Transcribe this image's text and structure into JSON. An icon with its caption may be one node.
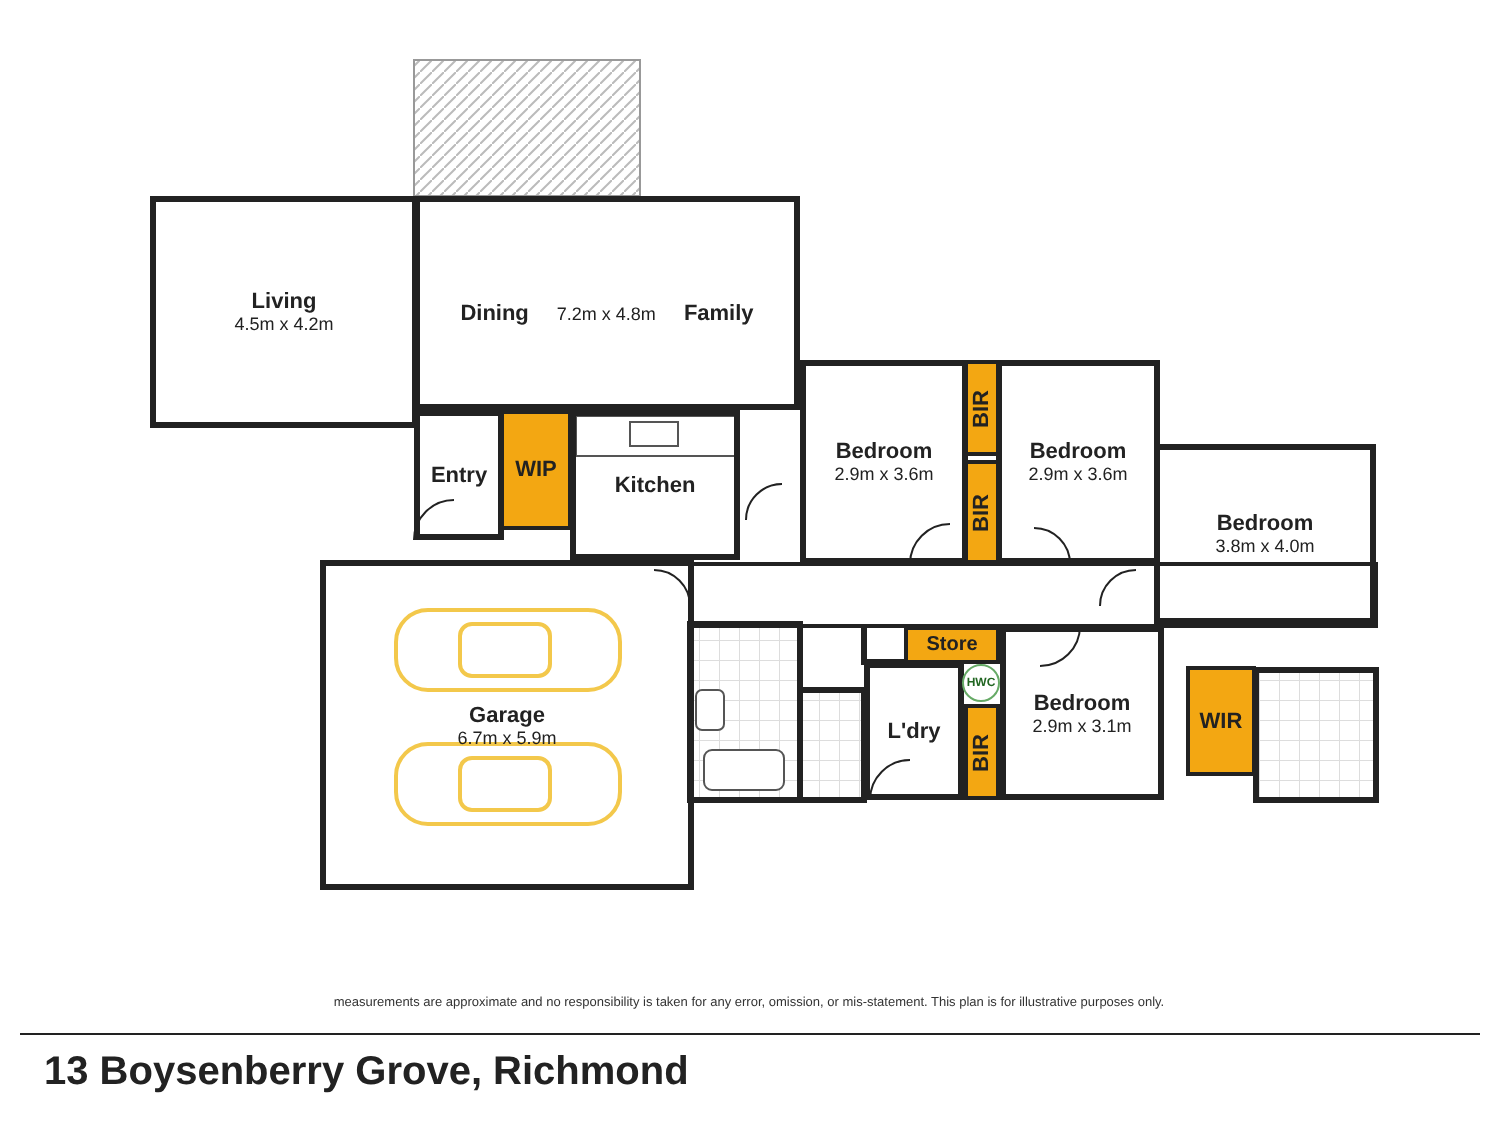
{
  "diagram": {
    "title": "13 Boysenberry Grove, Richmond",
    "nodes": [
      {
        "text": [
          "Living",
          "4.5m x 4.2m"
        ]
      },
      {
        "text": [
          "Dining",
          "7.2m x 4.8m",
          "Family"
        ]
      },
      {
        "text": [
          "Entry"
        ]
      },
      {
        "text": [
          "WIP"
        ]
      },
      {
        "text": [
          "Kitchen"
        ]
      },
      {
        "text": [
          "Bedroom",
          "2.9m x 3.6m"
        ]
      },
      {
        "text": [
          "BIR"
        ]
      },
      {
        "text": [
          "Bedroom",
          "2.9m x 3.6m"
        ]
      },
      {
        "text": [
          "BIR"
        ]
      },
      {
        "text": [
          "Bedroom",
          "3.8m x 4.0m"
        ]
      },
      {
        "text": [
          "Garage",
          "6.7m x 5.9m"
        ]
      },
      {
        "text": [
          "Store"
        ]
      },
      {
        "text": [
          "HWC"
        ]
      },
      {
        "text": [
          "L'dry"
        ]
      },
      {
        "text": [
          "BIR"
        ]
      },
      {
        "text": [
          "Bedroom",
          "2.9m x 3.1m"
        ]
      },
      {
        "text": [
          "WIR"
        ]
      }
    ],
    "labels": [
      "measurements are approximate and no responsibility is taken for any error, omission, or mis-statement. This plan is for illustrative purposes only."
    ]
  }
}
